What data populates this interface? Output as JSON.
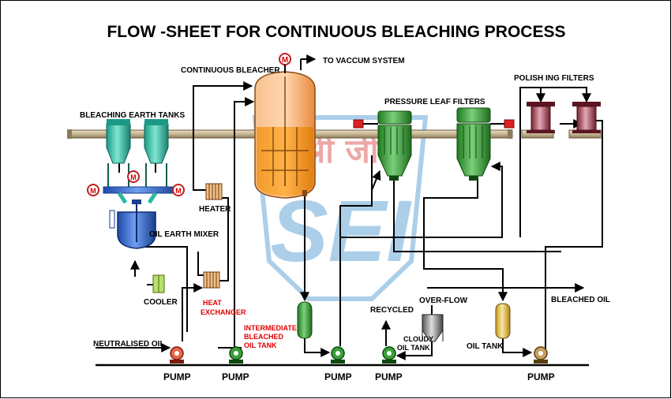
{
  "title": "FLOW -SHEET FOR CONTINUOUS BLEACHING PROCESS",
  "watermark": {
    "top": "श्री जी",
    "bottom": "SEI"
  },
  "labels": {
    "continuous_bleacher": "CONTINUOUS BLEACHER",
    "to_vacuum": "TO VACCUM SYSTEM",
    "polishing_filters": "POLISH  ING FILTERS",
    "pressure_leaf_filters": "PRESSURE LEAF FILTERS",
    "bleaching_earth_tanks": "BLEACHING EARTH TANKS",
    "heater": "HEATER",
    "oil_earth_mixer": "OIL EARTH MIXER",
    "cooler": "COOLER",
    "heat_exchanger_1": "HEAT",
    "heat_exchanger_2": "EXCHANGER",
    "intermediate_1": "INTERMEDIATE",
    "intermediate_2": "BLEACHED",
    "intermediate_3": "OIL TANK",
    "recycled": "RECYCLED",
    "overflow": "OVER-FLOW",
    "cloudy_1": "CLOUDY",
    "cloudy_2": "OIL TANK",
    "oil_tank": "OIL TANK",
    "bleached_oil": "BLEACHED OIL",
    "neutralised_oil": "NEUTRALISED OIL",
    "pump": "PUMP",
    "motor": "M"
  },
  "colors": {
    "bleacher": "#f6a65a",
    "filter_green": "#3aa03a",
    "tank_blue": "#2a63c8",
    "tank_teal": "#2ab9a0",
    "polish": "#a04050",
    "watermark_blue": "#6aa8d8",
    "watermark_red": "#e06060",
    "accent_red": "#e00000"
  }
}
